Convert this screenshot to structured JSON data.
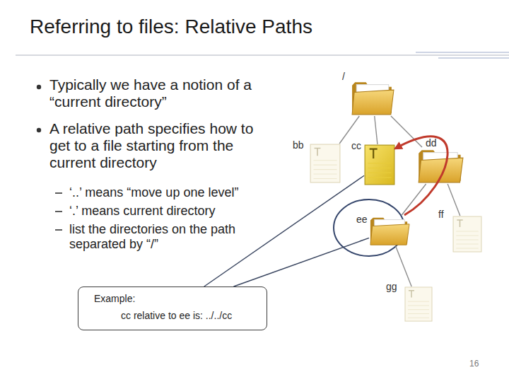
{
  "diagram": {
    "title": "Referring to files: Relative Paths",
    "nodes": [
      {
        "text": [
          "/"
        ]
      },
      {
        "text": [
          "bb"
        ]
      },
      {
        "text": [
          "cc"
        ]
      },
      {
        "text": [
          "dd"
        ]
      },
      {
        "text": [
          "ee"
        ]
      },
      {
        "text": [
          "ff"
        ]
      },
      {
        "text": [
          "gg"
        ]
      },
      {
        "text": [
          "Example:",
          "cc relative to ee is: ../../cc"
        ]
      }
    ],
    "edges": [
      {
        "from": 0,
        "to": 1,
        "arrow": "none"
      },
      {
        "from": 0,
        "to": 2,
        "arrow": "none"
      },
      {
        "from": 0,
        "to": 3,
        "arrow": "none"
      },
      {
        "from": 3,
        "to": 4,
        "arrow": "none"
      },
      {
        "from": 3,
        "to": 5,
        "arrow": "none"
      },
      {
        "from": 4,
        "to": 6,
        "arrow": "none"
      },
      {
        "from": 4,
        "to": 2,
        "arrow": "to"
      },
      {
        "from": 7,
        "to": 2,
        "arrow": "none"
      },
      {
        "from": 7,
        "to": 4,
        "arrow": "none"
      }
    ],
    "labels": [
      "Typically we have a notion of a “current directory”",
      "A relative path specifies how to get to a file starting from the current directory",
      "‘..’ means “move up one level”",
      "‘.’ means current directory",
      "list the directories on the path separated by “/”",
      "16"
    ]
  }
}
